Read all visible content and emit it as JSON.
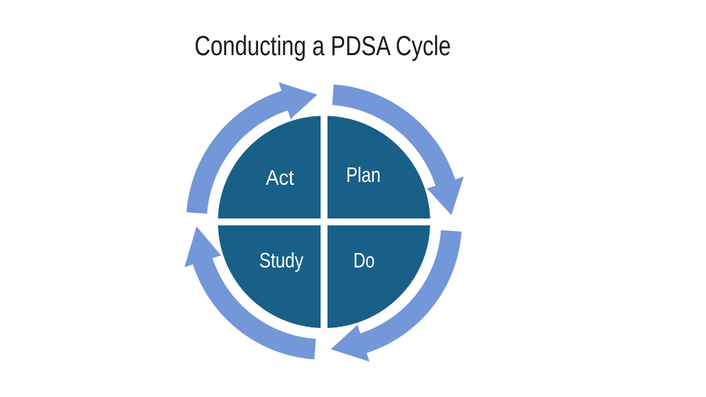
{
  "title": "Conducting a PDSA Cycle",
  "diagram": {
    "type": "cycle",
    "direction": "clockwise",
    "quadrants": {
      "act": "Act",
      "plan": "Plan",
      "study": "Study",
      "do": "Do"
    },
    "order": [
      "Plan",
      "Do",
      "Study",
      "Act"
    ]
  },
  "colors": {
    "background": "#ffffff",
    "quadrant_fill": "#186087",
    "arrow_fill": "#7397d8",
    "label_text": "#ffffff",
    "title_text": "#1a1a1a"
  }
}
